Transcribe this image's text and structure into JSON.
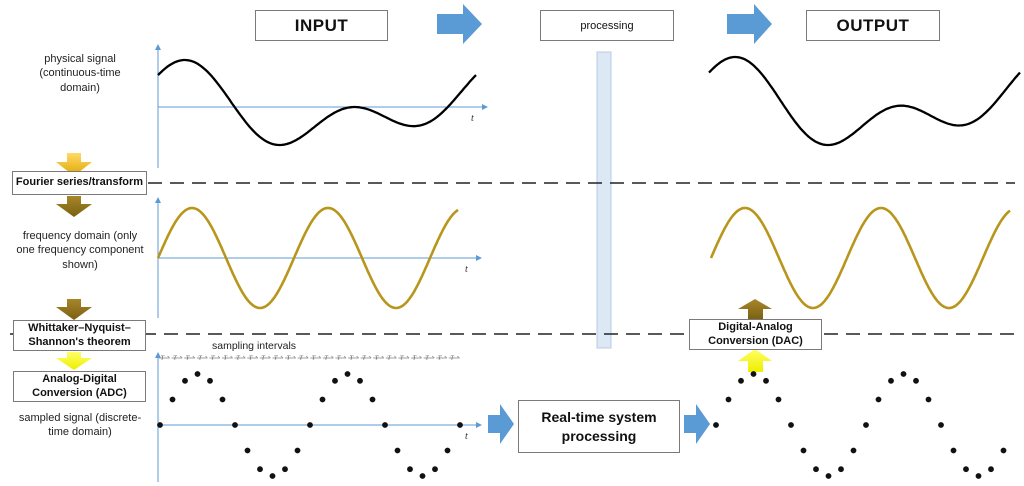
{
  "header": {
    "input_label": "INPUT",
    "processing_label": "processing",
    "output_label": "OUTPUT"
  },
  "left_labels": {
    "physical": [
      "physical signal",
      "(continuous-time",
      "domain)"
    ],
    "frequency": [
      "frequency domain",
      "(only one frequency",
      "component shown)"
    ],
    "sampled": [
      "sampled signal",
      "(discrete-time domain)"
    ]
  },
  "boxes": {
    "fourier": "Fourier series/transform",
    "nyquist": [
      "Whittaker–Nyquist–",
      "Shannon's theorem"
    ],
    "adc": [
      "Analog-Digital",
      "Conversion (ADC)"
    ],
    "dac": [
      "Digital-Analog",
      "Conversion (DAC)"
    ],
    "realtime": [
      "Real-time system",
      "processing"
    ]
  },
  "sampling": {
    "label": "sampling intervals",
    "tick_label": "T",
    "count": 24
  },
  "axis_label": "t",
  "colors": {
    "arrow_blue": "#5b9bd5",
    "axis_blue": "#5b9bd5",
    "sine_gold": "#b8961c",
    "arrow_gold": "#ffc000",
    "arrow_olive": "#9c7c18",
    "arrow_yellow": "#ffff00",
    "bar_fill": "#dde8f5",
    "dash": "#222222"
  }
}
